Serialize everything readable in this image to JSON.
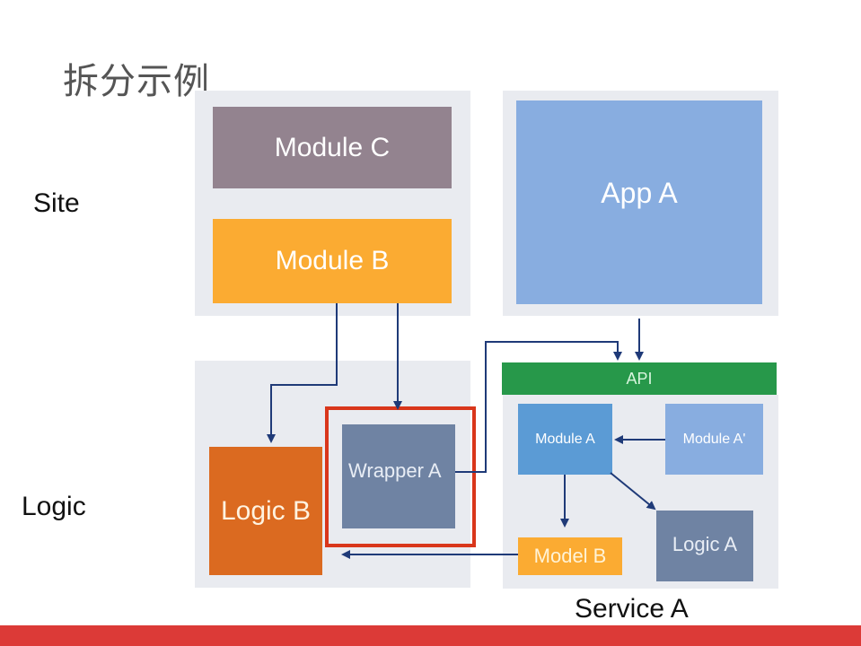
{
  "title": "拆分示例",
  "row_labels": {
    "site": "Site",
    "logic": "Logic"
  },
  "site_panel": {
    "module_c": "Module C",
    "module_b": "Module B"
  },
  "app_panel": {
    "app_a": "App A"
  },
  "logic_panel": {
    "logic_b": "Logic B",
    "wrapper_a": "Wrapper A"
  },
  "service_panel": {
    "api": "API",
    "module_a": "Module A",
    "module_a_prime": "Module A'",
    "model_b": "Model B",
    "logic_a": "Logic A",
    "label": "Service A"
  },
  "colors": {
    "panel_bg": "#e9ebf0",
    "module_c": "#93838f",
    "module_b": "#fbab32",
    "app_a": "#88ade0",
    "logic_b": "#db6a20",
    "wrapper_a": "#6f83a3",
    "api": "#27984a",
    "module_a": "#5b9bd5",
    "module_a_prime": "#88ade0",
    "model_b": "#fbab32",
    "logic_a": "#6f83a3",
    "highlight": "#d9361b",
    "arrow": "#1f3a78",
    "footer": "#dc3a37"
  }
}
